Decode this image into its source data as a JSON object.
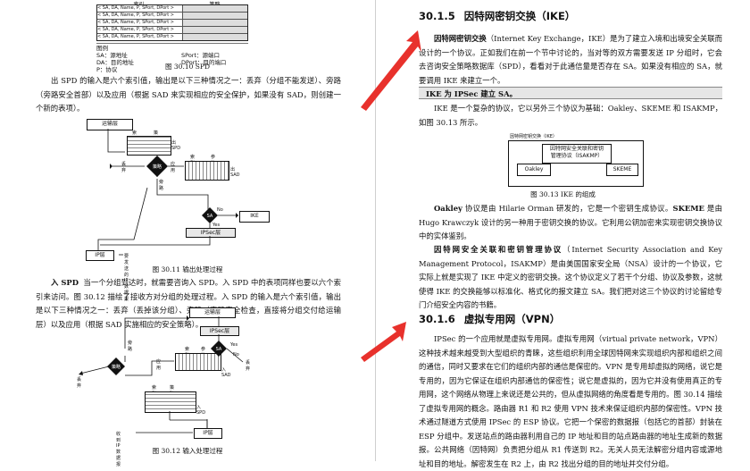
{
  "left": {
    "fig10": {
      "header_cols": [
        "索引",
        "策略"
      ],
      "rows": [
        "< SA, DA, Name, P, SPort, DPort >",
        "< SA, DA, Name, P, SPort, DPort >",
        "< SA, DA, Name, P, SPort, DPort >",
        "< SA, DA, Name, P, SPort, DPort >",
        "< SA, DA, Name, P, SPort, DPort >"
      ],
      "legend_title": "图例",
      "legend_sa": "SA：源地址",
      "legend_sport": "SPort：源端口",
      "legend_da": "DA：目的地址",
      "legend_dport": "DPort：目的端口",
      "legend_p": "P：协议",
      "caption": "图 30.10   SPD"
    },
    "para1": "出 SPD 的输入是六个索引值，输出是以下三种情况之一：丢弃（分组不能发送）、旁路（旁路安全首部）以及应用（根据 SAD 来实现相应的安全保护，如果没有 SAD，则创建一个新的表项）。",
    "fig11": {
      "transport": "运输层",
      "idx": "索引",
      "policy": "策略",
      "out_spd": "出SPD",
      "discard": "丢弃",
      "apply": "应用",
      "idx2": "索引",
      "params": "参数",
      "out_sad": "出SAD",
      "bypass": "旁路",
      "no": "No",
      "yes": "Yes",
      "ike": "IKE",
      "ipsec_layer": "IPSec层",
      "ip_layer": "IP层",
      "to_send": "要发送的IP数据报",
      "caption": "图 30.11   输出处理过程"
    },
    "para2_lead": "入 SPD",
    "para2": "当一个分组到达时，就需要咨询入 SPD。入 SPD 中的表项同样也要以六个索引来访问。图 30.12 描绘了接收方对分组的处理过程。入 SPD 的输入是六个索引值，输出是以下三种情况之一：丢弃（丢掉该分组）、旁路（旁路安全检查，直接将分组交付给运输层）以及应用（根据 SAD 实施相应的安全策略）。",
    "fig12": {
      "transport": "运输层",
      "ipsec_layer": "IPSec层",
      "bypass": "旁路",
      "yes": "Yes",
      "no": "No",
      "discard": "丢弃",
      "discard2": "丢弃",
      "idx": "索引",
      "params": "参数",
      "in_sad": "入SAD",
      "apply": "应用",
      "idx2": "索引",
      "policy": "策略",
      "in_spd": "入SPD",
      "received": "收到IP数据报",
      "ip_layer": "IP层",
      "caption": "图 30.12   输入处理过程"
    }
  },
  "right": {
    "sec1_num": "30.1.5",
    "sec1_title": "因特网密钥交换（IKE）",
    "p1_lead": "因特网密钥交换",
    "p1": "（Internet Key Exchange，IKE）是为了建立入境和出境安全关联而设计的一个协议。正如我们在前一个节中讨论的，当对等的双方需要发送 IP 分组时，它会去咨询安全策略数据库（SPD），看看对于此通信量是否存在 SA。如果没有相应的 SA，就要调用 IKE 来建立一个。",
    "hl": "IKE 为 IPSec 建立 SA。",
    "p2": "IKE 是一个复杂的协议，它以另外三个协议为基础：Oakley、SKEME 和 ISAKMP，如图 30.13 所示。",
    "fig13": {
      "outer": "因特网密钥交换（IKE）",
      "isakmp1": "因特网安全关联和密钥",
      "isakmp2": "管理协议（ISAKMP）",
      "oakley": "Oakley",
      "skeme": "SKEME",
      "caption": "图 30.13   IKE 的组成"
    },
    "p3_a": "Oakley",
    "p3_b": "协议是由 Hilarie Orman 研发的，它是一个密钥生成协议。",
    "p3_c": "SKEME",
    "p3_d": "是由 Hugo Krawczyk 设计的另一种用于密钥交换的协议。它利用公钥加密来实现密钥交换协议中的实体鉴别。",
    "p4_lead": "因特网安全关联和密钥管理协议",
    "p4": "（Internet Security Association and Key Management Protocol，ISAKMP）是由美国国家安全局（NSA）设计的一个协议，它实际上就是实现了 IKE 中定义的密钥交换。这个协议定义了若干个分组、协议及参数，这就使得 IKE 的交换能够以标准化、格式化的报文建立 SA。我们把对这三个协议的讨论留给专门介绍安全内容的书籍。",
    "sec2_num": "30.1.6",
    "sec2_title": "虚拟专用网（VPN）",
    "p5": "IPSec 的一个应用就是虚拟专用网。虚拟专用网（virtual private network，VPN）这种技术越来越受到大型组织的青睐，这些组织利用全球因特网来实现组织内部和组织之间的通信，同时又要求在它们的组织内部的通信是保密的。VPN 是专用却虚拟的网络，说它是专用的，因为它保证在组织内部通信的保密性；说它是虚拟的，因为它并没有使用真正的专用网，这个网络从物理上来说还是公共的，但从虚拟网络的角度看是专用的。图 30.14 描绘了虚拟专用网的概念。路由器 R1 和 R2 使用 VPN 技术来保证组织内部的保密性。VPN 技术通过隧道方式使用 IPSec 的 ESP 协议。它把一个保密的数据报（包括它的首部）封装在 ESP 分组中。发送站点的路由器利用自己的 IP 地址和目的站点路由器的地址生成新的数据报。公共网络（因特网）负责把分组从 R1 传送到 R2。无关人员无法解密分组内容或源地址和目的地址。解密发生在 R2 上，由 R2 找出分组的目的地址并交付分组。"
  },
  "colors": {
    "arrow": "#e8312c"
  }
}
